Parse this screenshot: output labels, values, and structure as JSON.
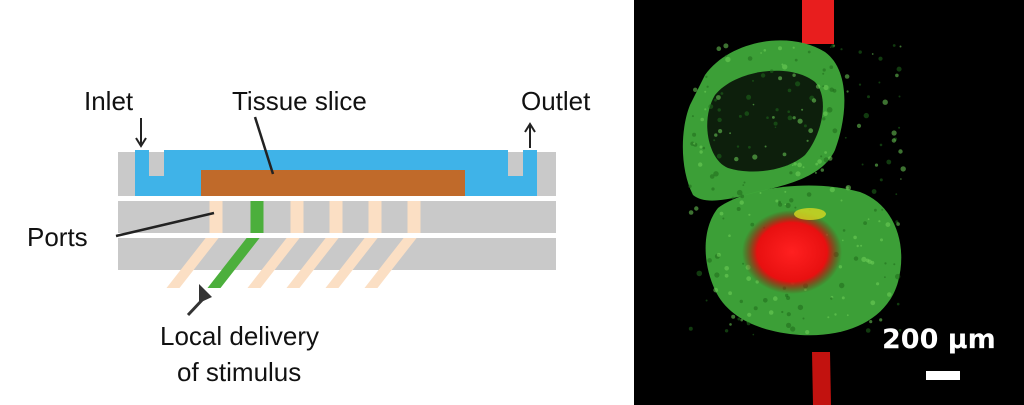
{
  "diagram": {
    "labels": {
      "inlet": "Inlet",
      "tissue": "Tissue slice",
      "outlet": "Outlet",
      "ports": "Ports",
      "delivery_line1": "Local delivery",
      "delivery_line2": "of stimulus"
    },
    "colors": {
      "chip": "#c9c9c9",
      "fluid": "#3fb3e8",
      "tissue": "#c06a2a",
      "port": "#fbdfc4",
      "stimulus_port": "#4caf3c"
    }
  },
  "micrograph": {
    "scale_bar_label": "200 µm",
    "colors": {
      "background": "#000000",
      "green_stain": "#3fa83a",
      "red_stain": "#ff1a1a"
    }
  }
}
